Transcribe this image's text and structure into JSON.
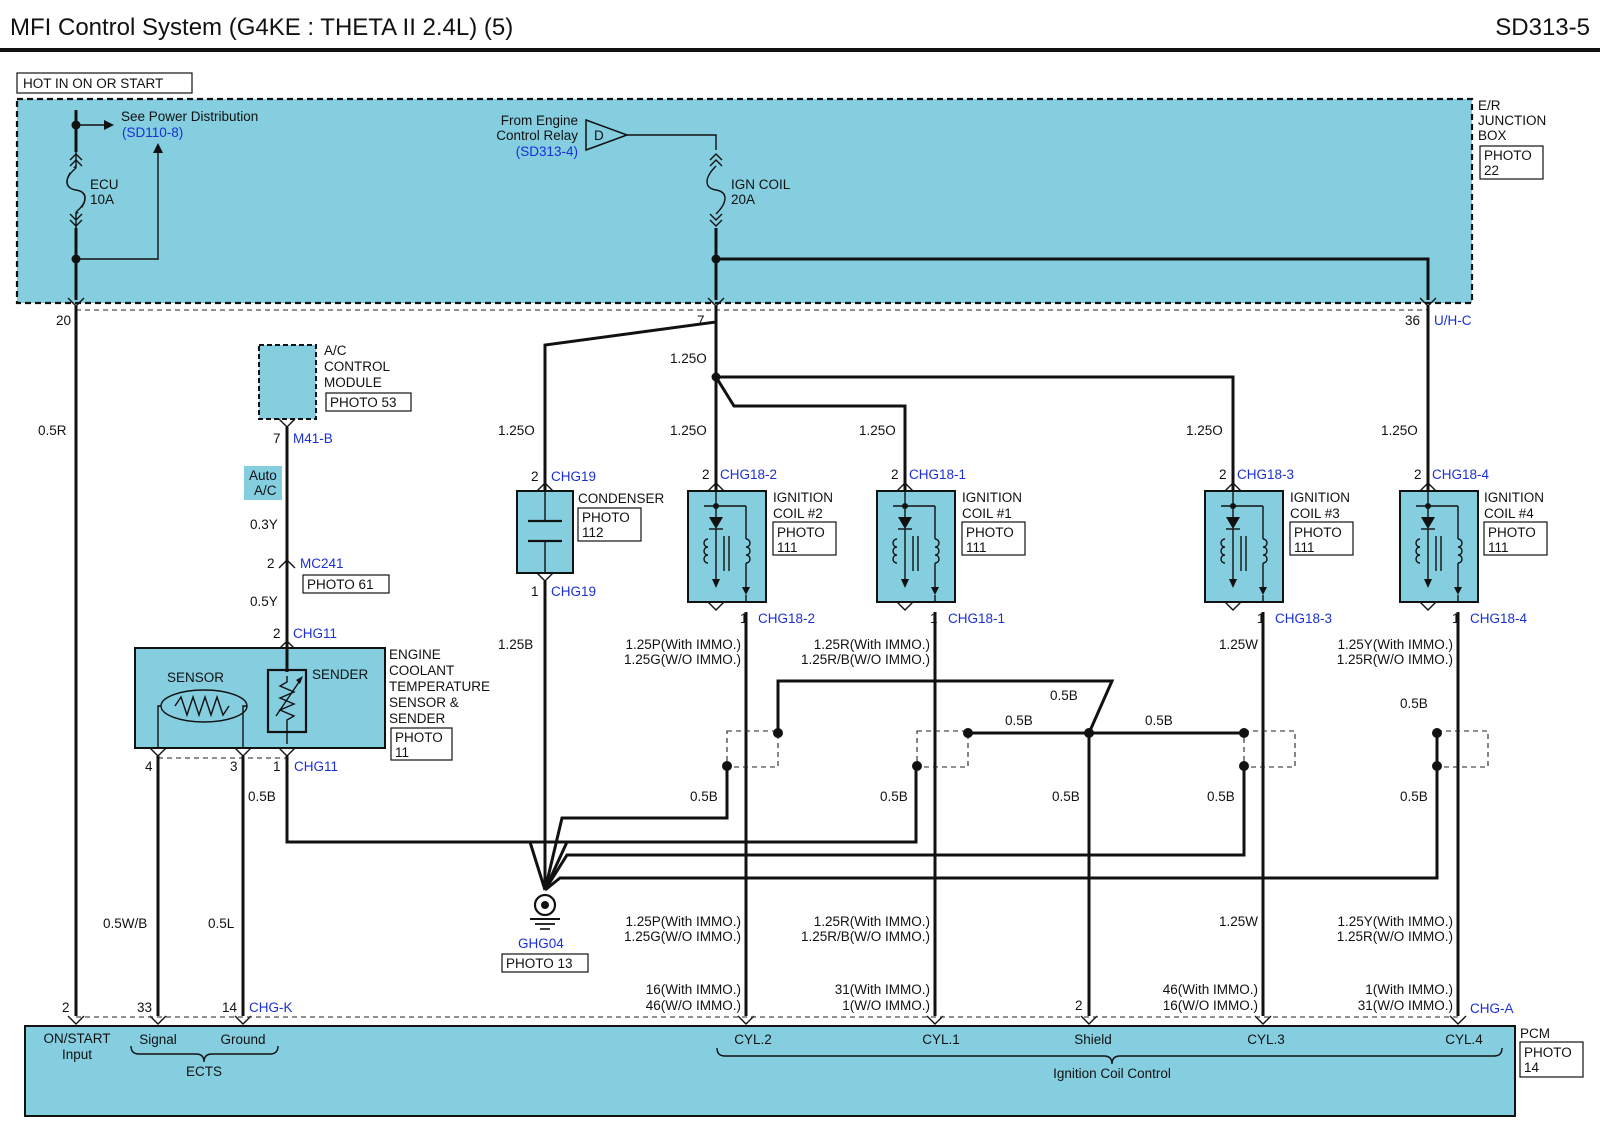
{
  "header": {
    "title": "MFI Control System  (G4KE : THETA II 2.4L) (5)",
    "page_code": "SD313-5"
  },
  "supply": {
    "label": "HOT IN ON OR START"
  },
  "junction_box": {
    "label_line1": "E/R",
    "label_line2": "JUNCTION",
    "label_line3": "BOX",
    "photo_line1": "PHOTO",
    "photo_line2": "22"
  },
  "power_ref": {
    "text": "See Power Distribution",
    "link": "(SD110-8)"
  },
  "fuse_ecu": {
    "line1": "ECU",
    "line2": "10A"
  },
  "fuse_ign": {
    "line1": "IGN COIL",
    "line2": "20A"
  },
  "relay_ref": {
    "line1": "From Engine",
    "line2": "Control Relay",
    "link": "(SD313-4)",
    "symbol": "D"
  },
  "pins": {
    "p20": "20",
    "p7": "7",
    "p36": "36",
    "uhc": "U/H-C"
  },
  "ac_module": {
    "line1": "A/C",
    "line2": "CONTROL",
    "line3": "MODULE",
    "photo": "PHOTO 53",
    "pin": "7",
    "conn": "M41-B",
    "tag_line1": "Auto",
    "tag_line2": "A/C"
  },
  "mc241": {
    "pin": "2",
    "conn": "MC241",
    "photo": "PHOTO 61"
  },
  "wires": {
    "w05R": "0.5R",
    "w03Y": "0.3Y",
    "w05Y": "0.5Y",
    "w125O": "1.25O",
    "w125B": "1.25B",
    "w05B": "0.5B",
    "w05WB": "0.5W/B",
    "w05L": "0.5L",
    "w125W": "1.25W"
  },
  "wire_pairs": {
    "p_line1": "1.25P(With IMMO.)",
    "p_line2": "1.25G(W/O IMMO.)",
    "r_line1": "1.25R(With IMMO.)",
    "r_line2": "1.25R/B(W/O IMMO.)",
    "y_line1": "1.25Y(With IMMO.)",
    "y_line2": "1.25R(W/O IMMO.)"
  },
  "condenser": {
    "label": "CONDENSER",
    "photo_line1": "PHOTO",
    "photo_line2": "112",
    "pin2": "2",
    "pin1": "1",
    "conn": "CHG19"
  },
  "coils": [
    {
      "line1": "IGNITION",
      "line2": "COIL #2",
      "photo_line1": "PHOTO",
      "photo_line2": "111",
      "pin2": "2",
      "pin1": "1",
      "conn": "CHG18-2"
    },
    {
      "line1": "IGNITION",
      "line2": "COIL #1",
      "photo_line1": "PHOTO",
      "photo_line2": "111",
      "pin2": "2",
      "pin1": "1",
      "conn": "CHG18-1"
    },
    {
      "line1": "IGNITION",
      "line2": "COIL #3",
      "photo_line1": "PHOTO",
      "photo_line2": "111",
      "pin2": "2",
      "pin1": "1",
      "conn": "CHG18-3"
    },
    {
      "line1": "IGNITION",
      "line2": "COIL #4",
      "photo_line1": "PHOTO",
      "photo_line2": "111",
      "pin2": "2",
      "pin1": "1",
      "conn": "CHG18-4"
    }
  ],
  "ects": {
    "line1": "ENGINE",
    "line2": "COOLANT",
    "line3": "TEMPERATURE",
    "line4": "SENSOR &",
    "line5": "SENDER",
    "photo_line1": "PHOTO",
    "photo_line2": "11",
    "sensor": "SENSOR",
    "sender": "SENDER",
    "pin2": "2",
    "pin1": "1",
    "pin4": "4",
    "pin3": "3",
    "conn": "CHG11"
  },
  "ground": {
    "conn": "GHG04",
    "photo": "PHOTO 13"
  },
  "pcm": {
    "label": "PCM",
    "photo_line1": "PHOTO",
    "photo_line2": "14",
    "pin2": "2",
    "pin33": "33",
    "pin14": "14",
    "conn_k": "CHG-K",
    "conn_a": "CHG-A",
    "shield_pin": "2",
    "cyl2_pin1": "16(With IMMO.)",
    "cyl2_pin2": "46(W/O IMMO.)",
    "cyl1_pin1": "31(With IMMO.)",
    "cyl1_pin2": "1(W/O IMMO.)",
    "cyl3_pin1": "46(With IMMO.)",
    "cyl3_pin2": "16(W/O IMMO.)",
    "cyl4_pin1": "1(With IMMO.)",
    "cyl4_pin2": "31(W/O IMMO.)",
    "on_start_line1": "ON/START",
    "on_start_line2": "Input",
    "signal": "Signal",
    "ground": "Ground",
    "ects": "ECTS",
    "cyl2": "CYL.2",
    "cyl1": "CYL.1",
    "shield": "Shield",
    "cyl3": "CYL.3",
    "cyl4": "CYL.4",
    "ign_ctrl": "Ignition Coil Control"
  },
  "colors": {
    "fill": "#84cee0",
    "link": "#1a2fd6",
    "wire": "#111111"
  }
}
